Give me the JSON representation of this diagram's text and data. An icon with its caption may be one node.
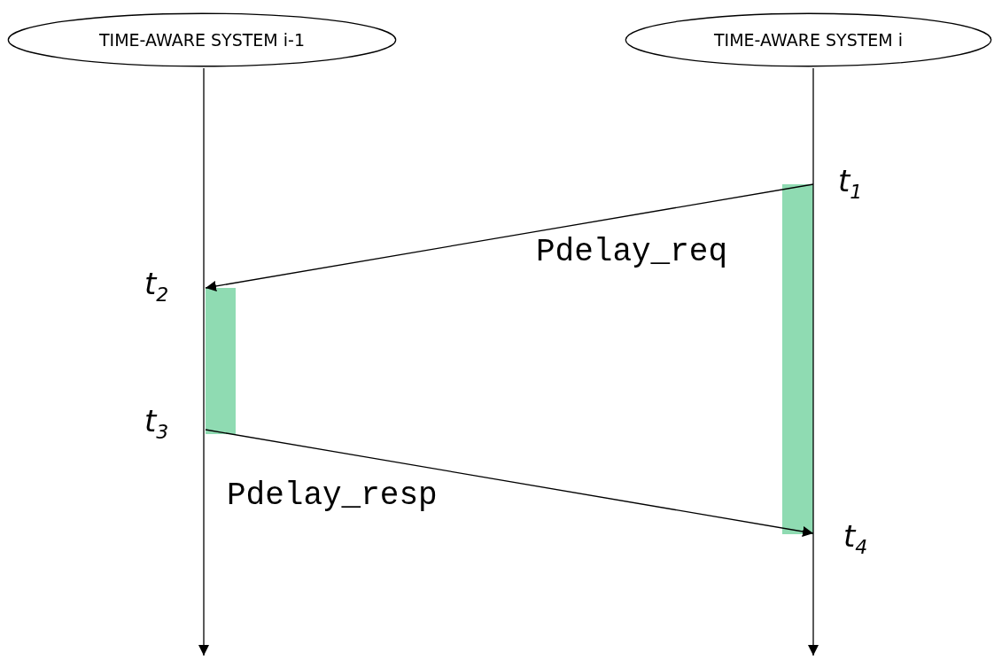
{
  "diagram": {
    "nodes": [
      {
        "text": [
          "TIME-AWARE SYSTEM i-1"
        ]
      },
      {
        "text": [
          "TIME-AWARE SYSTEM i"
        ]
      },
      {
        "text": [],
        "shape": "bar"
      },
      {
        "text": [],
        "shape": "bar"
      }
    ],
    "edges": [
      {
        "from": 0,
        "to": null,
        "arrow": "to"
      },
      {
        "from": 1,
        "to": null,
        "arrow": "to"
      },
      {
        "from": 2,
        "to": 3,
        "arrow": "to",
        "label": "Pdelay_req"
      },
      {
        "from": 3,
        "to": 2,
        "arrow": "to",
        "label": "Pdelay_resp"
      }
    ],
    "labels": [
      "t$_{1}$",
      "t$_{2}$",
      "t$_{3}$",
      "t$_{4}$"
    ]
  }
}
